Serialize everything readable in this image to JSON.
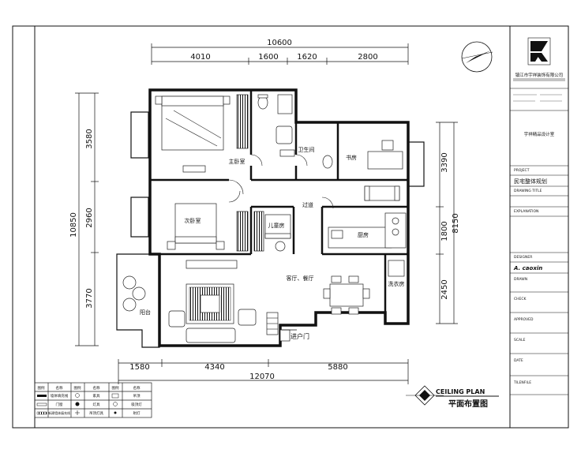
{
  "dimensions": {
    "top_total": "10600",
    "top_segments": [
      "4010",
      "1600",
      "1620",
      "2800"
    ],
    "bottom_total": "12070",
    "bottom_segments": [
      "1580",
      "4340",
      "5880"
    ],
    "left_total": "10850",
    "left_segments": [
      "3580",
      "2960",
      "3770"
    ],
    "right_total": "8150",
    "right_segments": [
      "3390",
      "1800",
      "2450"
    ]
  },
  "rooms": {
    "master_bedroom": "主卧室",
    "bathroom": "卫生间",
    "study": "书房",
    "corridor": "过道",
    "second_bedroom": "次卧室",
    "child_room": "儿童房",
    "kitchen": "厨房",
    "living_dining": "客厅、餐厅",
    "balcony": "阳台",
    "laundry": "洗衣房",
    "entrance": "进户门"
  },
  "title_block": {
    "company": "镇江市宇祥装饰有限公司",
    "designer_studio": "宇祥精品设计室",
    "project_label": "PROJECT",
    "project_value": "民宅整体规划",
    "drawing_title_label": "DRAWING TITLE",
    "explanation_label": "EXPLANATION",
    "designer_label": "DESIGNER",
    "designer_value": "A. caoxin",
    "drawn_label": "DRAWN",
    "check_label": "CHECK",
    "approved_label": "APPROVED",
    "scale_label": "SCALE",
    "date_label": "DATE",
    "tilenfile_label": "TILENFILE"
  },
  "plan_title": {
    "en": "CEILING PLAN",
    "zh": "平面布置图"
  },
  "legend": {
    "headers": [
      "图例",
      "名称",
      "图例",
      "名称",
      "图例",
      "名称"
    ],
    "rows": [
      [
        "墙体填充线",
        "家具",
        "吊顶"
      ],
      [
        "门窗",
        "灯具",
        "吸顶灯"
      ],
      [
        "新建墙体填充线",
        "吊顶灯具",
        "射灯"
      ]
    ]
  },
  "colors": {
    "line": "#111111",
    "background": "#ffffff"
  }
}
